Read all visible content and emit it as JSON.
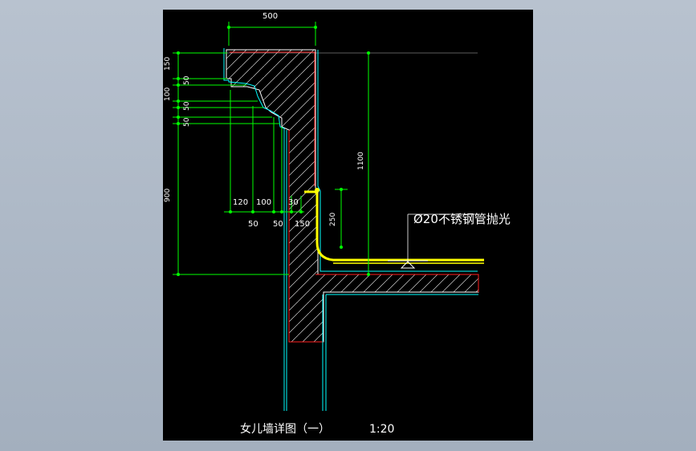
{
  "colors": {
    "background": "#a9b4c3",
    "sheet": "#000000",
    "dimension": "#00ff00",
    "outline_red": "#ff2020",
    "finish_cyan": "#00ffff",
    "concrete": "#ffffff",
    "pipe": "#ffff00"
  },
  "dimensions": {
    "d500": "500",
    "d150_top": "150",
    "d50_a": "50",
    "d100_v": "100",
    "d50_b": "50",
    "d50_c": "50",
    "d900": "900",
    "d1100": "1100",
    "d250": "250",
    "d120": "120",
    "d100_h": "100",
    "d30": "30",
    "d50_d": "50",
    "d50_e": "50",
    "d150_bottom": "150"
  },
  "callout": {
    "label": "Ø20不锈钢管抛光"
  },
  "drawing_title": {
    "name": "女儿墙详图（一）",
    "scale": "1:20"
  }
}
